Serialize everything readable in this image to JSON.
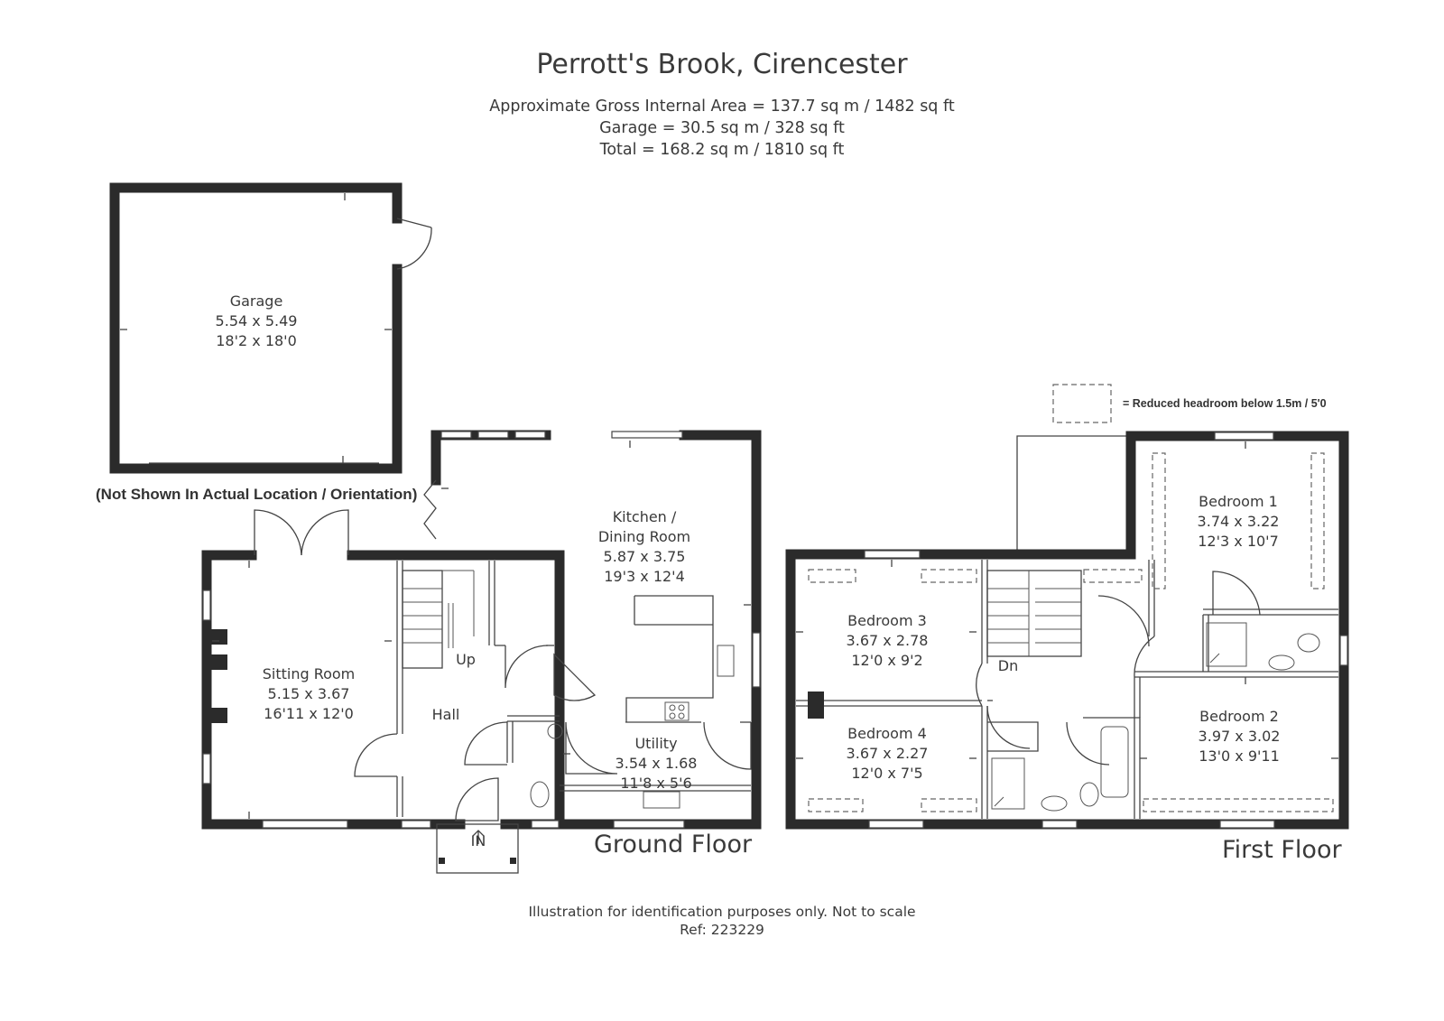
{
  "header": {
    "title": "Perrott's Brook, Cirencester",
    "area_gross": "Approximate Gross Internal Area = 137.7 sq m / 1482 sq ft",
    "area_garage": "Garage = 30.5 sq m / 328 sq ft",
    "area_total": "Total = 168.2 sq m / 1810 sq ft"
  },
  "legend": {
    "reduced_headroom": "= Reduced headroom below 1.5m / 5'0"
  },
  "garage": {
    "name": "Garage",
    "metric": "5.54 x 5.49",
    "imperial": "18'2 x 18'0",
    "note": "(Not Shown In Actual Location / Orientation)"
  },
  "ground_floor": {
    "label": "Ground Floor",
    "entrance": "IN",
    "stairs": "Up",
    "rooms": [
      {
        "name": "Kitchen /",
        "name2": "Dining Room",
        "metric": "5.87 x 3.75",
        "imperial": "19'3 x 12'4"
      },
      {
        "name": "Sitting Room",
        "metric": "5.15 x 3.67",
        "imperial": "16'11 x 12'0"
      },
      {
        "name": "Hall"
      },
      {
        "name": "Utility",
        "metric": "3.54 x 1.68",
        "imperial": "11'8 x 5'6"
      }
    ]
  },
  "first_floor": {
    "label": "First Floor",
    "stairs": "Dn",
    "rooms": [
      {
        "name": "Bedroom 1",
        "metric": "3.74 x 3.22",
        "imperial": "12'3 x 10'7"
      },
      {
        "name": "Bedroom 2",
        "metric": "3.97 x 3.02",
        "imperial": "13'0 x 9'11"
      },
      {
        "name": "Bedroom 3",
        "metric": "3.67 x 2.78",
        "imperial": "12'0 x 9'2"
      },
      {
        "name": "Bedroom 4",
        "metric": "3.67 x 2.27",
        "imperial": "12'0 x 7'5"
      }
    ]
  },
  "footer": {
    "disclaimer": "Illustration for identification purposes only. Not to scale",
    "ref": "Ref: 223229"
  }
}
